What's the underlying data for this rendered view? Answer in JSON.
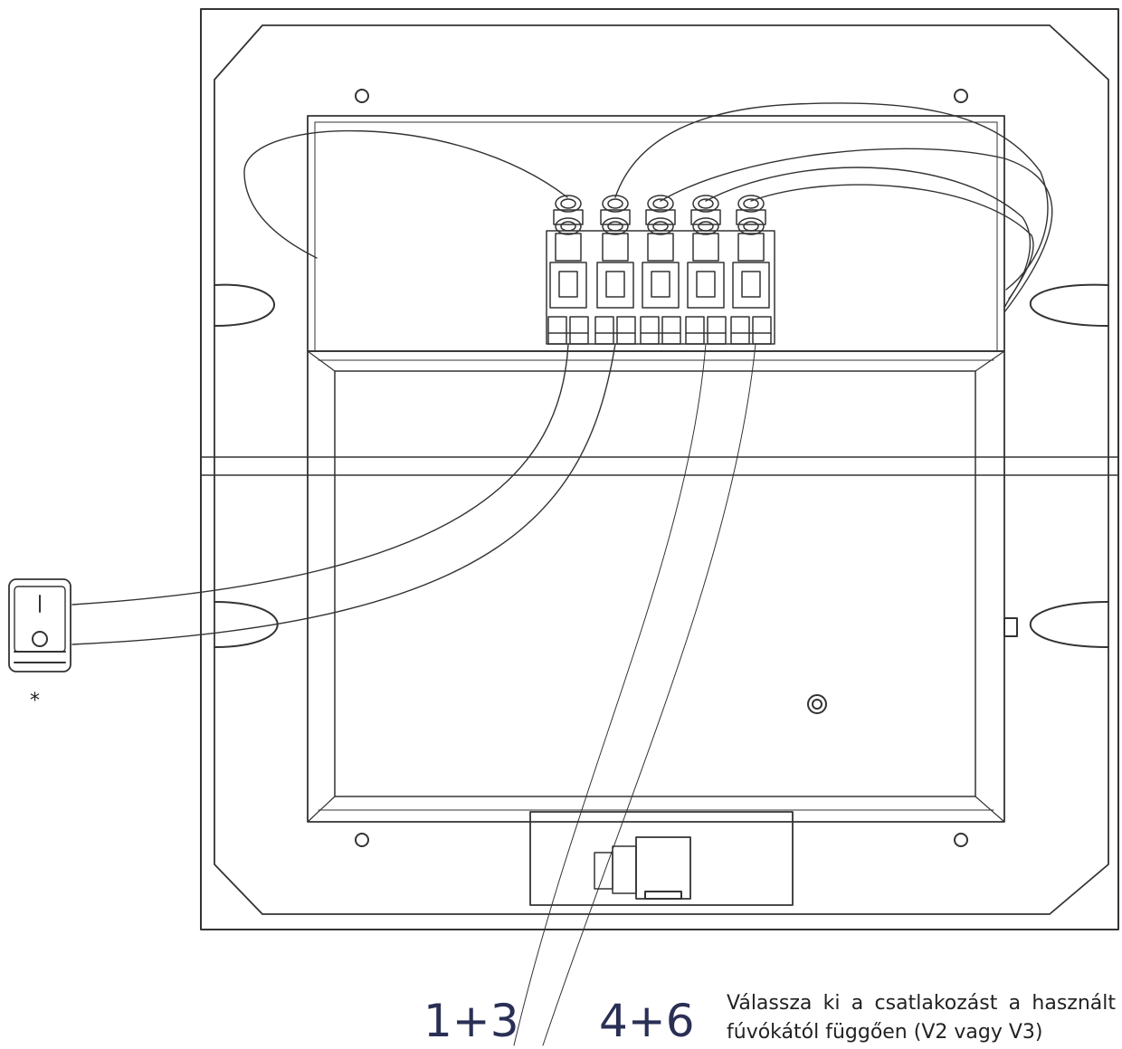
{
  "labels": {
    "left_connector": "1+3",
    "right_connector": "4+6",
    "switch_marker": "*"
  },
  "note": {
    "line1": "Válassza ki a csatlakozást a használt",
    "line2": "fúvókától függően (V2 vagy V3)"
  },
  "switch": {
    "on_symbol": "I",
    "off_symbol": "O"
  },
  "colors": {
    "line": "#333333",
    "label": "#2a2f55"
  }
}
